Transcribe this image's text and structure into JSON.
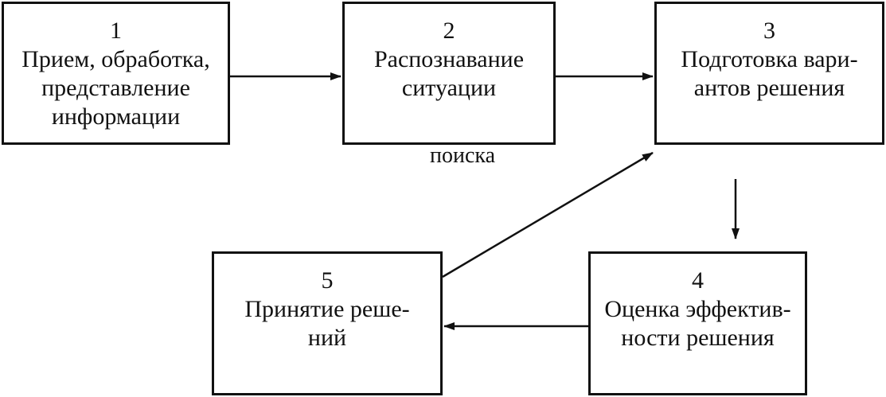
{
  "blocks": [
    {
      "number": "1",
      "lines": [
        "Прием, обработка,",
        "представление",
        "информации"
      ]
    },
    {
      "number": "2",
      "lines": [
        "Распознавание",
        "ситуации"
      ]
    },
    {
      "number": "3",
      "lines": [
        "Подготовка вари-",
        "антов решения"
      ]
    },
    {
      "number": "4",
      "lines": [
        "Оценка эффектив-",
        "ности решения"
      ]
    },
    {
      "number": "5",
      "lines": [
        "Принятие реше-",
        "ний"
      ]
    }
  ],
  "floating_label": "поиска"
}
